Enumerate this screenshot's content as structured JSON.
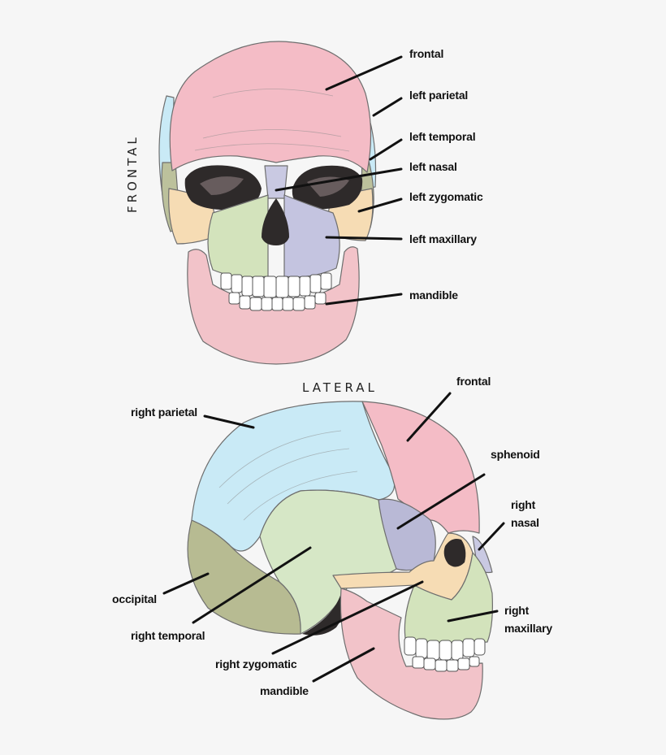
{
  "views": {
    "frontal": {
      "title": "FRONTAL",
      "labels": {
        "frontal": "frontal",
        "left_parietal": "left parietal",
        "left_temporal": "left temporal",
        "left_nasal": "left nasal",
        "left_zygomatic": "left zygomatic",
        "left_maxillary": "left maxillary",
        "mandible": "mandible"
      }
    },
    "lateral": {
      "title": "LATERAL",
      "labels": {
        "frontal": "frontal",
        "sphenoid": "sphenoid",
        "right_nasal": [
          "right",
          "nasal"
        ],
        "right_parietal": "right parietal",
        "occipital": "occipital",
        "right_temporal": "right temporal",
        "right_zygomatic": "right zygomatic",
        "right_maxillary": [
          "right",
          "maxillary"
        ],
        "mandible": "mandible"
      }
    }
  },
  "colors": {
    "frontal_bone": "#f4bcc6",
    "parietal_bone": "#c9eaf6",
    "temporal_bone": "#d6e7c6",
    "sphenoid_bone": "#b9b9d6",
    "occipital_bone": "#b7bb92",
    "zygomatic_bone": "#f6dcb4",
    "maxillary_bone": "#d3e3bc",
    "nasal_bone": "#c9c9e2",
    "mandible_bone": "#f2c3c9",
    "teeth": "#ffffff",
    "leader_lines": "#111111"
  }
}
